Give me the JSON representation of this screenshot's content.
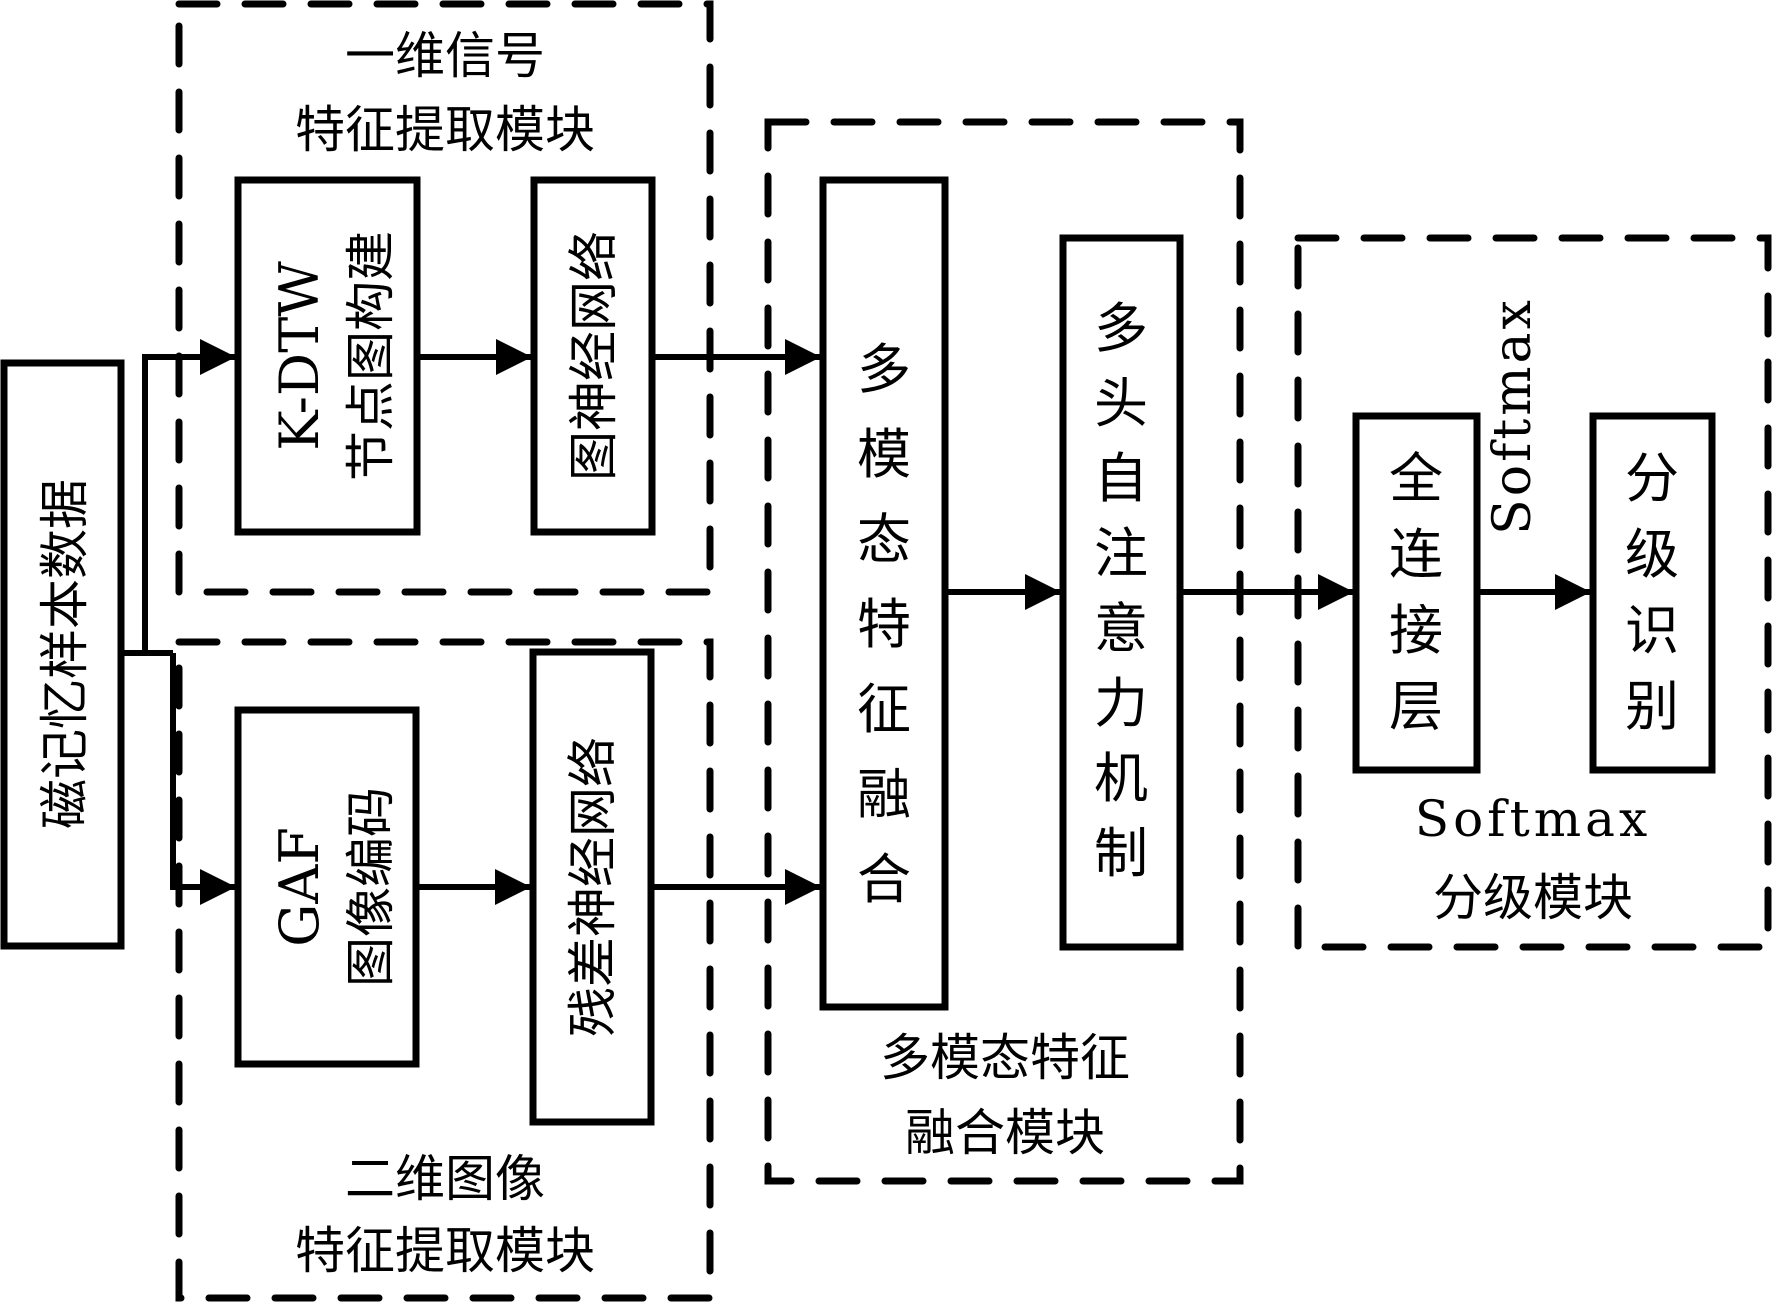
{
  "colors": {
    "ink": "#000000",
    "background": "#ffffff"
  },
  "input": {
    "label": "磁记忆样本数据"
  },
  "modules": {
    "signal_1d": {
      "title_line1": "一维信号",
      "title_line2": "特征提取模块",
      "blocks": [
        {
          "line1": "K-DTW",
          "line2": "节点图构建"
        },
        {
          "line1": "图神经网络"
        }
      ]
    },
    "image_2d": {
      "title_line1": "二维图像",
      "title_line2": "特征提取模块",
      "blocks": [
        {
          "line1": "GAF",
          "line2": "图像编码"
        },
        {
          "line1": "残差神经网络"
        }
      ]
    },
    "fusion": {
      "title_line1": "多模态特征",
      "title_line2": "融合模块",
      "blocks": [
        {
          "label": "多模态特征融合"
        },
        {
          "label": "多头自注意力机制"
        }
      ]
    },
    "classify": {
      "title_line1": "Softmax",
      "title_line2": "分级模块",
      "blocks": [
        {
          "label": "全连接层"
        },
        {
          "label": "分级识别"
        }
      ],
      "edge_label": "Softmax"
    }
  }
}
